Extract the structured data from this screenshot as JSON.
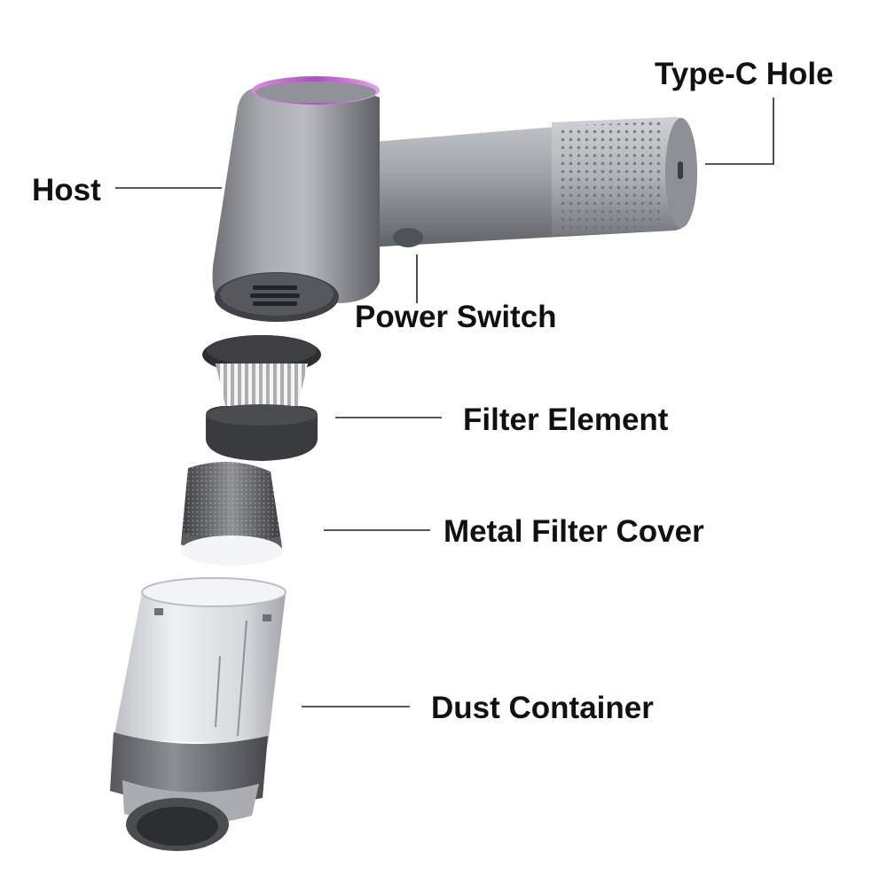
{
  "labels": {
    "type_c_hole": "Type-C Hole",
    "host": "Host",
    "power_switch": "Power Switch",
    "filter_element": "Filter Element",
    "metal_filter_cover": "Metal Filter Cover",
    "dust_container": "Dust Container"
  },
  "colors": {
    "body_silver": "#9a9da2",
    "body_dark": "#55585d",
    "accent_pink": "#c96bd6",
    "filter_rubber": "#2e2f31",
    "filter_pleat": "#e8e8e8",
    "container_clear": "#dfe2e6",
    "leader_line": "#222222"
  },
  "parts": [
    "host",
    "filter-element",
    "metal-filter-cover",
    "dust-container"
  ]
}
